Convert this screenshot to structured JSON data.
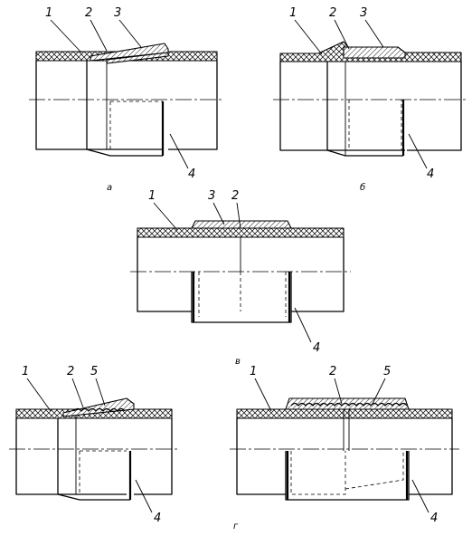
{
  "variants": [
    {
      "id": "a",
      "caption": "а",
      "callouts": [
        "1",
        "2",
        "3",
        "4"
      ]
    },
    {
      "id": "b",
      "caption": "б",
      "callouts": [
        "1",
        "2",
        "3",
        "4"
      ]
    },
    {
      "id": "v",
      "caption": "в",
      "callouts": [
        "1",
        "3",
        "2",
        "4"
      ]
    },
    {
      "id": "g1",
      "caption": "",
      "callouts": [
        "1",
        "2",
        "5",
        "4"
      ]
    },
    {
      "id": "g2",
      "caption": "",
      "callouts": [
        "1",
        "2",
        "5",
        "4"
      ]
    }
  ],
  "group_caption": "г"
}
